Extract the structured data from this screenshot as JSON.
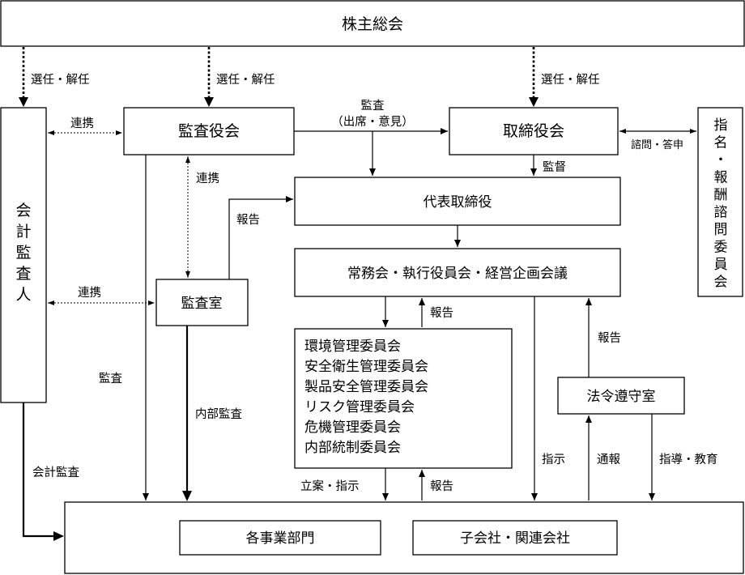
{
  "boxes": {
    "shareholders": "株主総会",
    "accounting_auditor": "会計監査人",
    "audit_board": "監査役会",
    "board": "取締役会",
    "nomination_committee": "指名・報酬諮問委員会",
    "representative": "代表取締役",
    "management_meeting": "常務会・執行役員会・経営企画会議",
    "audit_office": "監査室",
    "committees": [
      "環境管理委員会",
      "安全衛生管理委員会",
      "製品安全管理委員会",
      "リスク管理委員会",
      "危機管理委員会",
      "内部統制委員会"
    ],
    "compliance_office": "法令遵守室",
    "business_divisions": "各事業部門",
    "subsidiaries": "子会社・関連会社"
  },
  "labels": {
    "appoint_1": "選任・解任",
    "appoint_2": "選任・解任",
    "appoint_3": "選任・解任",
    "cooperation_1": "連携",
    "cooperation_2": "連携",
    "cooperation_3": "連携",
    "audit_top_1": "監査",
    "audit_top_2": "（出席・意見）",
    "consult": "諮問・答申",
    "supervise": "監督",
    "report_1": "報告",
    "report_2": "報告",
    "report_3": "報告",
    "report_4": "報告",
    "audit_left": "監査",
    "internal_audit": "内部監査",
    "accounting_audit": "会計監査",
    "plan_instruct": "立案・指示",
    "instruct": "指示",
    "whistleblow": "通報",
    "guidance": "指導・教育"
  }
}
